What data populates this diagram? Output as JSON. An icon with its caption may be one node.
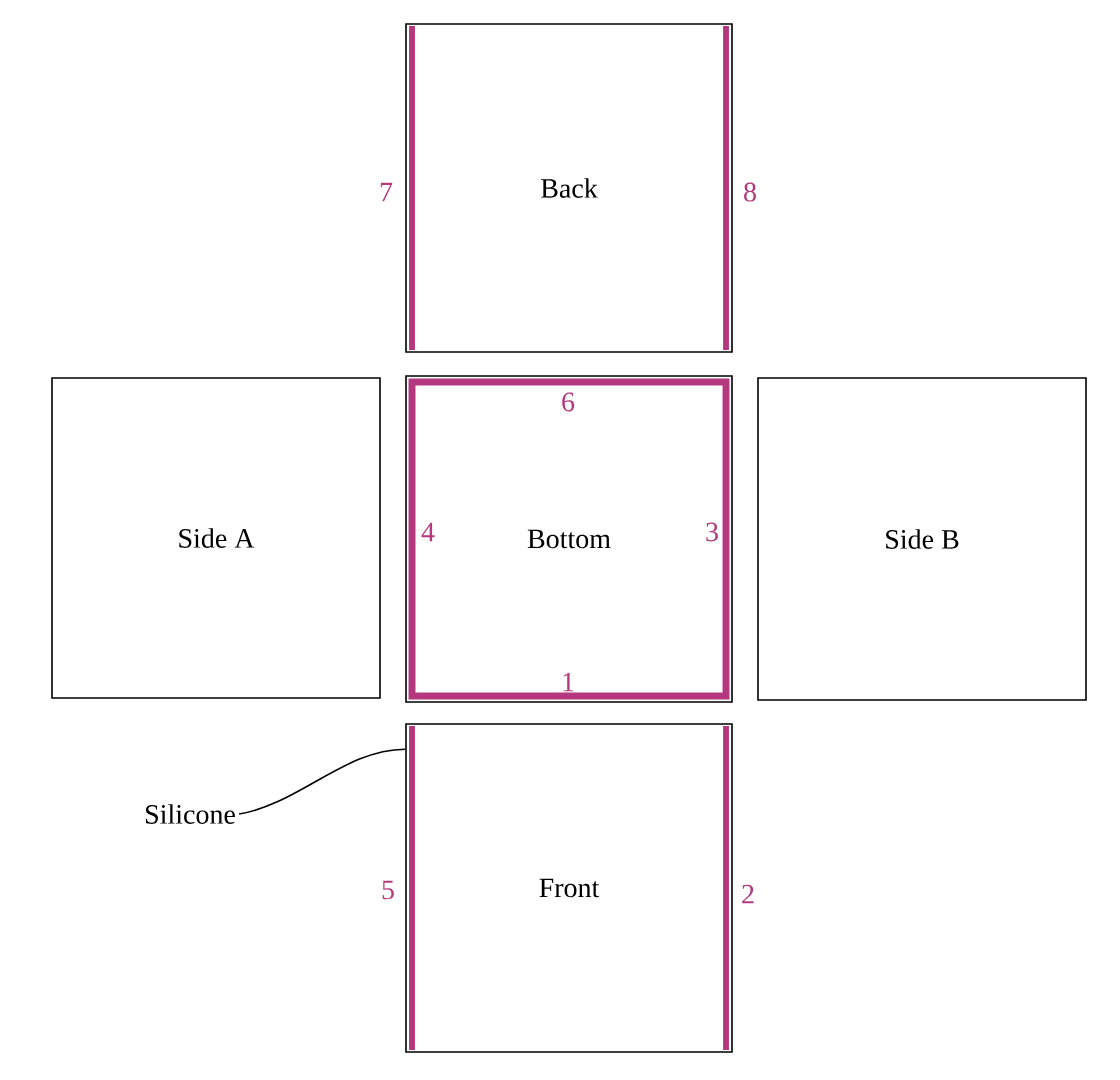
{
  "diagram": {
    "nodes": [
      {
        "text": [
          "Back"
        ]
      },
      {
        "text": [
          "Side A"
        ]
      },
      {
        "text": [
          "Bottom"
        ]
      },
      {
        "text": [
          "Side B"
        ]
      },
      {
        "text": [
          "Front"
        ]
      },
      {
        "text": [
          "Silicone"
        ]
      }
    ],
    "edges": [
      {
        "from": 5,
        "to": 4,
        "arrow": "none"
      }
    ],
    "labels": [
      "7",
      "8",
      "6",
      "4",
      "3",
      "1",
      "5",
      "2"
    ]
  }
}
